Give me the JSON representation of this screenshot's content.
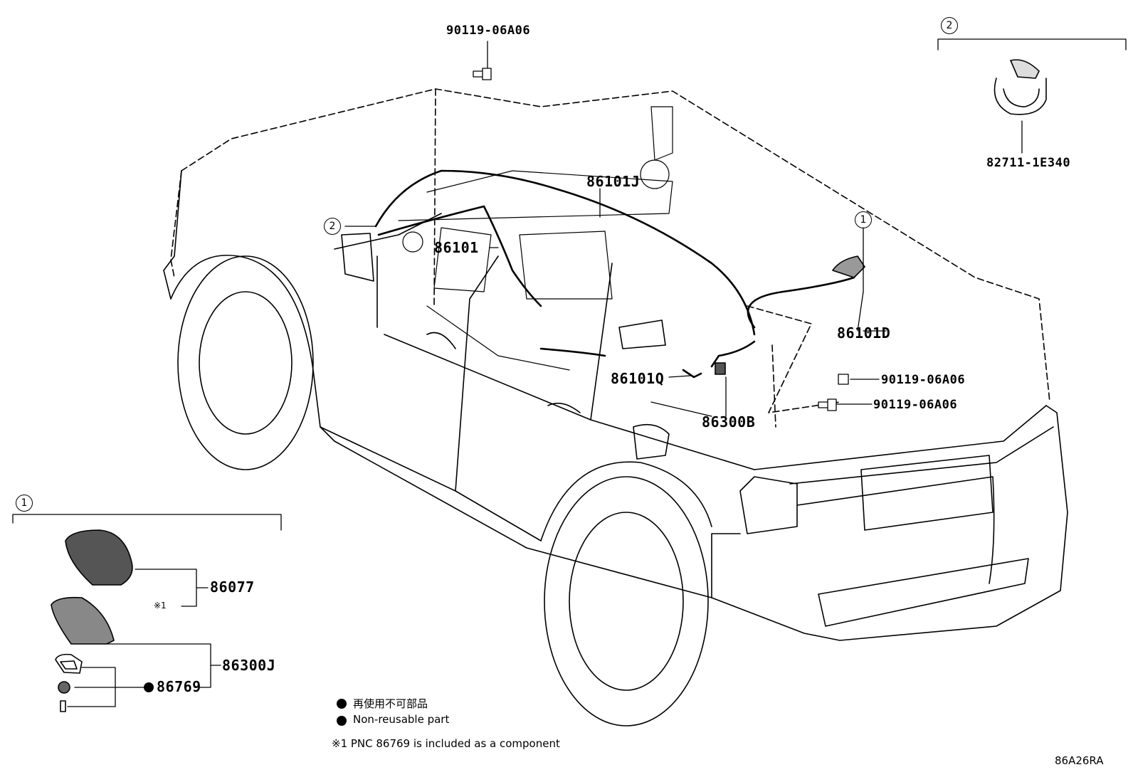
{
  "parts": {
    "bolt_top": "90119-06A06",
    "clamp": "82711-1E340",
    "harness_j": "86101J",
    "harness": "86101",
    "harness_d": "86101D",
    "harness_q": "86101Q",
    "antenna_b": "86300B",
    "bolt_right_1": "90119-06A06",
    "bolt_right_2": "90119-06A06",
    "cover": "86077",
    "antenna_j": "86300J",
    "gasket_set": "86769"
  },
  "callouts": {
    "one": "1",
    "two": "2"
  },
  "note_mark": "※1",
  "legend": {
    "jp": "再使用不可部品",
    "en": "Non-reusable part",
    "pnc_note": "※1 PNC 86769 is included as a component"
  },
  "diagram_id": "86A26RA"
}
